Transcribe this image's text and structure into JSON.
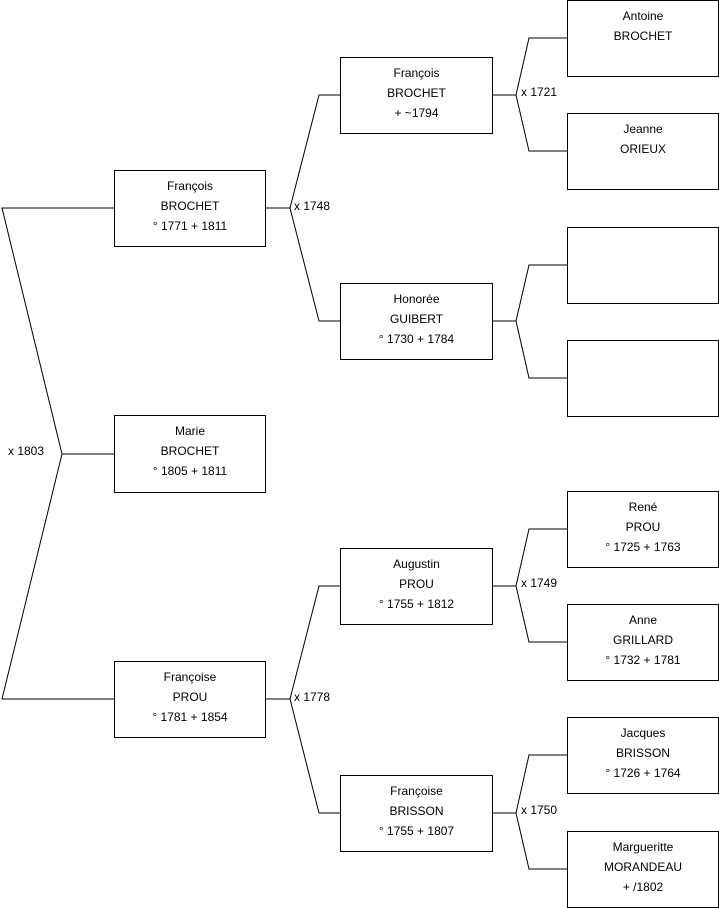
{
  "people": {
    "root": {
      "first": "Marie",
      "last": "BROCHET",
      "dates": "° 1805 + 1811"
    },
    "father": {
      "first": "François",
      "last": "BROCHET",
      "dates": "° 1771 + 1811"
    },
    "mother": {
      "first": "Françoise",
      "last": "PROU",
      "dates": "° 1781 + 1854"
    },
    "pgf": {
      "first": "François",
      "last": "BROCHET",
      "dates": "+ ~1794"
    },
    "pgm": {
      "first": "Honorée",
      "last": "GUIBERT",
      "dates": "° 1730 + 1784"
    },
    "mgf": {
      "first": "Augustin",
      "last": "PROU",
      "dates": "° 1755 + 1812"
    },
    "mgm": {
      "first": "Françoise",
      "last": "BRISSON",
      "dates": "° 1755 + 1807"
    },
    "ggf1": {
      "first": "Antoine",
      "last": "BROCHET",
      "dates": ""
    },
    "ggm1": {
      "first": "Jeanne",
      "last": "ORIEUX",
      "dates": ""
    },
    "ggf2": {
      "first": "",
      "last": "",
      "dates": ""
    },
    "ggm2": {
      "first": "",
      "last": "",
      "dates": ""
    },
    "ggf3": {
      "first": "René",
      "last": "PROU",
      "dates": "° 1725 + 1763"
    },
    "ggm3": {
      "first": "Anne",
      "last": "GRILLARD",
      "dates": "° 1732 + 1781"
    },
    "ggf4": {
      "first": "Jacques",
      "last": "BRISSON",
      "dates": "° 1726 + 1764"
    },
    "ggm4": {
      "first": "Margueritte",
      "last": "MORANDEAU",
      "dates": "+ /1802"
    }
  },
  "marriages": {
    "parents": "x 1803",
    "paternal_grandparents": "x 1748",
    "maternal_grandparents": "x 1778",
    "brochet_orieux": "x 1721",
    "prou_grillard": "x 1749",
    "brisson_morandeau": "x 1750"
  }
}
